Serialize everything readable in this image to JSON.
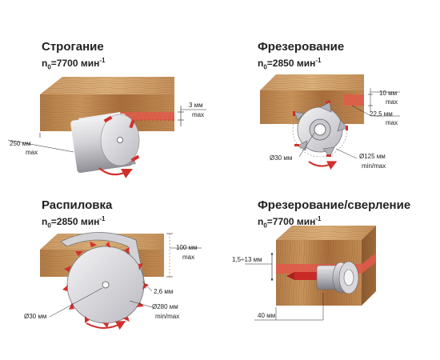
{
  "colors": {
    "wood_light": "#c9955c",
    "wood_dark": "#8a5a30",
    "wood_top": "#d9ab73",
    "metal": "#d5d5d8",
    "metal_dark": "#9a9aa0",
    "red": "#d0312d",
    "cut_red": "#e05a4a"
  },
  "planing": {
    "title": "Строгание",
    "speed_prefix": "n",
    "speed_sub": "0",
    "speed_value": "=7700 мин",
    "speed_sup": "-1",
    "depth_value": "3 мм",
    "depth_max": "max",
    "width_value": "250 мм",
    "width_max": "max"
  },
  "milling": {
    "title": "Фрезерование",
    "speed_prefix": "n",
    "speed_sub": "0",
    "speed_value": "=2850 мин",
    "speed_sup": "-1",
    "depth_value": "10 мм",
    "depth_max": "max",
    "height_value": "22,5 мм",
    "height_max": "max",
    "bore": "Ø30 мм",
    "diameter": "Ø125 мм",
    "diameter_range": "min/max"
  },
  "sawing": {
    "title": "Распиловка",
    "speed_prefix": "n",
    "speed_sub": "0",
    "speed_value": "=2850 мин",
    "speed_sup": "-1",
    "depth_value": "100 мм",
    "depth_max": "max",
    "kerf": "2,6 мм",
    "diameter": "Ø280 мм",
    "diameter_range": "min/max",
    "bore": "Ø30 мм"
  },
  "drilling": {
    "title": "Фрезерование/сверление",
    "speed_prefix": "n",
    "speed_sub": "0",
    "speed_value": "=7700 мин",
    "speed_sup": "-1",
    "diameter_range": "1,5÷13 мм",
    "depth": "40 мм"
  }
}
